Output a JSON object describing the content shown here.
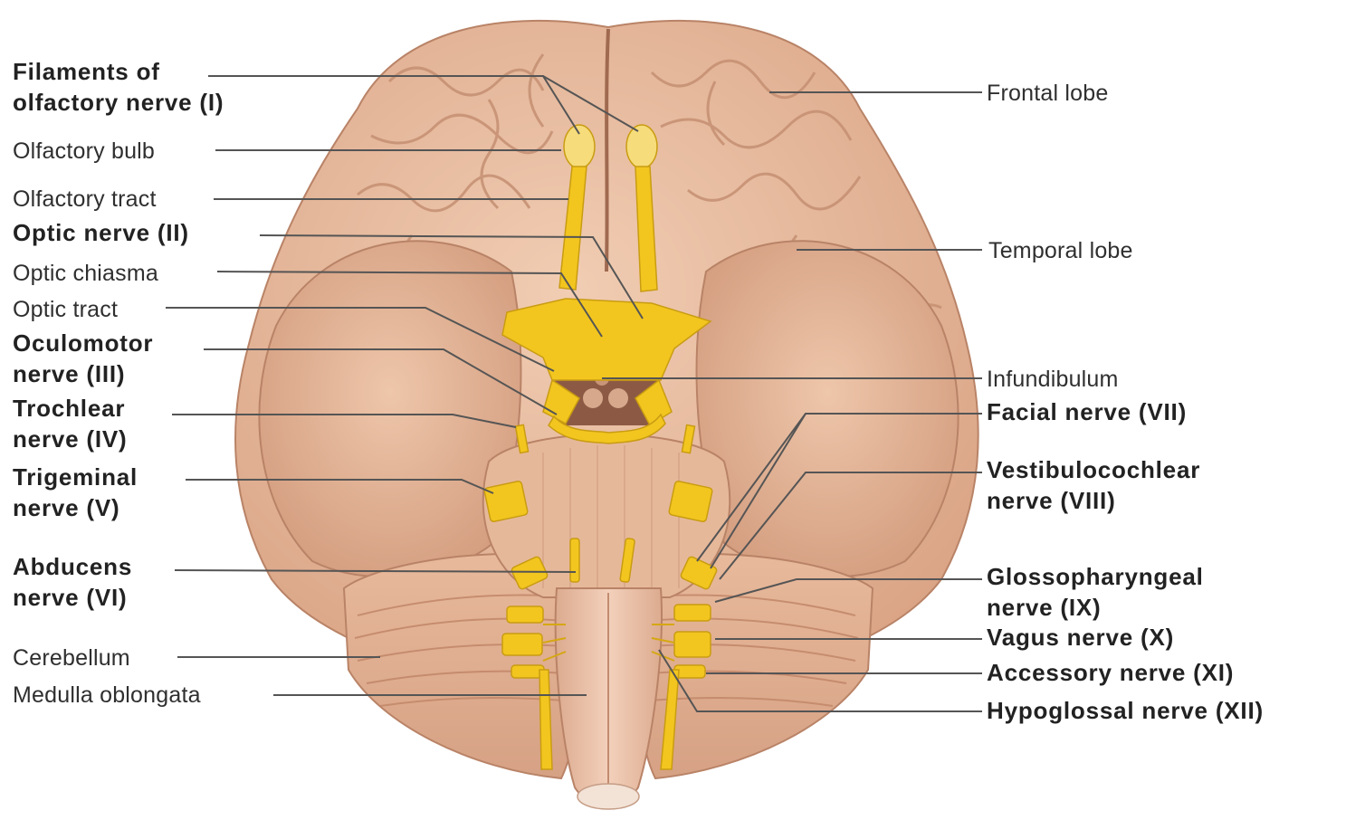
{
  "colors": {
    "brain": "#e8bd9f",
    "brain_dark": "#c99579",
    "nerve": "#f2c61f",
    "nerve_dark": "#c99c12",
    "leader_line": "#555555",
    "cerebellum": "#e4b395"
  },
  "labels_left": {
    "olfactory_filaments": [
      "Filaments of",
      "olfactory nerve (I)"
    ],
    "olfactory_bulb": "Olfactory bulb",
    "olfactory_tract": "Olfactory tract",
    "optic_nerve": "Optic nerve (II)",
    "optic_chiasma": "Optic chiasma",
    "optic_tract": "Optic tract",
    "oculomotor": [
      "Oculomotor",
      "nerve (III)"
    ],
    "trochlear": [
      "Trochlear",
      "nerve (IV)"
    ],
    "trigeminal": [
      "Trigeminal",
      "nerve (V)"
    ],
    "abducens": [
      "Abducens",
      "nerve (VI)"
    ],
    "cerebellum": "Cerebellum",
    "medulla": "Medulla oblongata"
  },
  "labels_right": {
    "frontal_lobe": "Frontal lobe",
    "temporal_lobe": "Temporal lobe",
    "infundibulum": "Infundibulum",
    "facial": "Facial nerve (VII)",
    "vestibulocochlear": [
      "Vestibulocochlear",
      "nerve (VIII)"
    ],
    "glossopharyngeal": [
      "Glossopharyngeal",
      "nerve (IX)"
    ],
    "vagus": "Vagus nerve (X)",
    "accessory": "Accessory nerve (XI)",
    "hypoglossal": "Hypoglossal nerve (XII)"
  }
}
